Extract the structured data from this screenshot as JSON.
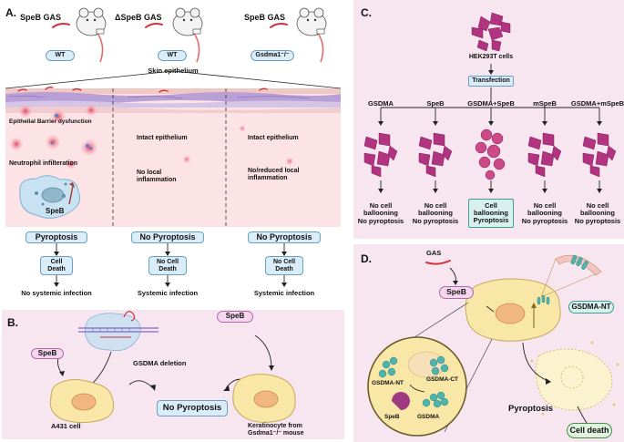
{
  "colors": {
    "panel_bg": "#f7e6f0",
    "pill_fill": "#d9ecf8",
    "pill_border": "#6a9fc4",
    "cell_magenta": "#b0347f",
    "cell_yellow": "#f8e7a6",
    "protein_teal": "#4fb3ac",
    "speb_purple": "#a0397f"
  },
  "panel_a": {
    "letter": "A.",
    "columns": [
      {
        "title": "SpeB GAS",
        "host": "WT"
      },
      {
        "title": "ΔSpeB GAS",
        "host": "WT"
      },
      {
        "title": "SpeB GAS",
        "host": "Gsdma1⁻/⁻"
      }
    ],
    "epithelium_label": "Skin epithelium",
    "col1_notes": [
      "Epithelial Barrier dysfunction",
      "Neutrophil infilteration"
    ],
    "col1_speb": "SpeB",
    "col2_notes": [
      "Intact epithelium",
      "No local\ninflammation"
    ],
    "col3_notes": [
      "Intact epithelium",
      "No/reduced local\ninflammation"
    ],
    "outcome_boxes": [
      "Pyroptosis",
      "No Pyroptosis",
      "No Pyroptosis"
    ],
    "death_boxes": [
      "Cell\nDeath",
      "No Cell\nDeath",
      "No Cell\nDeath"
    ],
    "infection": [
      "No systemic infection",
      "Systemic infection",
      "Systemic infection"
    ]
  },
  "panel_b": {
    "letter": "B.",
    "speb_left": "SpeB",
    "speb_right": "SpeB",
    "deletion_label": "GSDMA deletion",
    "center_box": "No Pyroptosis",
    "cell_left_label": "A431 cell",
    "cell_right_label": "Keratinocyte from\nGsdma1⁻/⁻ mouse"
  },
  "panel_c": {
    "letter": "C.",
    "cell_label": "HEK293T cells",
    "transfection": "Transfection",
    "conditions": [
      "GSDMA",
      "SpeB",
      "GSDMA+SpeB",
      "mSpeB",
      "GSDMA+mSpeB"
    ],
    "outcomes": [
      "No cell\nballooning\nNo pyroptosis",
      "No cell\nballooning\nNo pyroptosis",
      "Cell\nballooning\nPyroptosis",
      "No cell\nballooning\nNo pyroptosis",
      "No cell\nballooning\nNo pyroptosis"
    ]
  },
  "panel_d": {
    "letter": "D.",
    "gas": "GAS",
    "speb": "SpeB",
    "gsdma_nt": "GSDMA-NT",
    "zoom_nt": "GSDMA-NT",
    "zoom_ct": "GSDMA-CT",
    "zoom_speb": "SpeB",
    "zoom_gsdma": "GSDMA",
    "pyroptosis": "Pyroptosis",
    "cell_death": "Cell death"
  }
}
